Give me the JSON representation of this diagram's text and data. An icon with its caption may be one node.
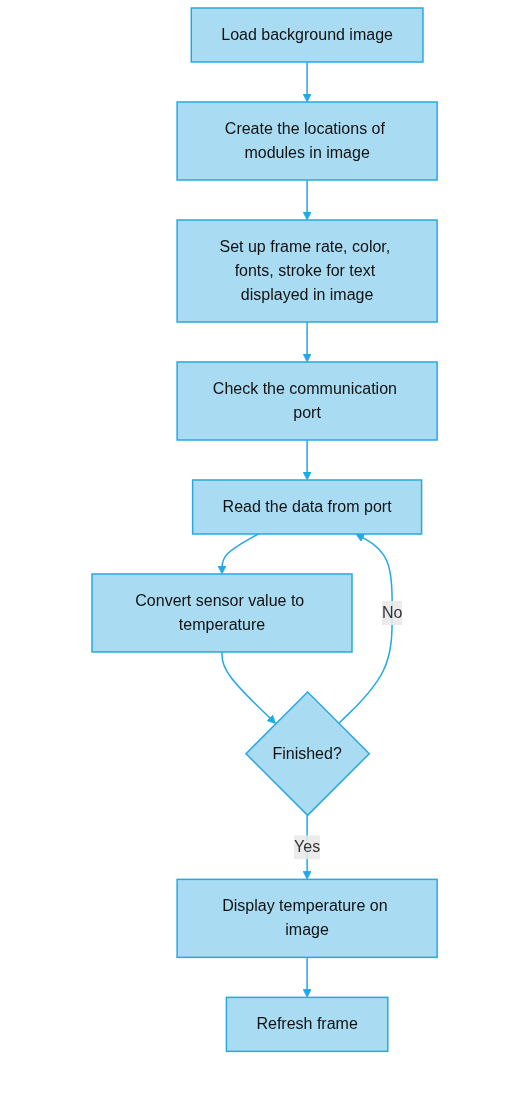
{
  "diagram": {
    "nodes": [
      {
        "text": [
          "Load background image"
        ]
      },
      {
        "text": [
          "Create the locations of modules in image"
        ]
      },
      {
        "text": [
          "Set up frame rate, color, fonts, stroke for text displayed in image"
        ]
      },
      {
        "text": [
          "Check the communication port"
        ]
      },
      {
        "text": [
          "Read the data from port"
        ]
      },
      {
        "text": [
          "Convert sensor value to temperature"
        ]
      },
      {
        "text": [
          "Finished?"
        ]
      },
      {
        "text": [
          "Display temperature on image"
        ]
      },
      {
        "text": [
          "Refresh frame"
        ]
      }
    ],
    "edges": [
      {
        "from": 0,
        "to": 1,
        "arrow": "to"
      },
      {
        "from": 1,
        "to": 2,
        "arrow": "to"
      },
      {
        "from": 2,
        "to": 3,
        "arrow": "to"
      },
      {
        "from": 3,
        "to": 4,
        "arrow": "to"
      },
      {
        "from": 4,
        "to": 5,
        "arrow": "to"
      },
      {
        "from": 5,
        "to": 6,
        "arrow": "to"
      },
      {
        "from": 6,
        "to": 4,
        "arrow": "to",
        "label": "No"
      },
      {
        "from": 6,
        "to": 7,
        "arrow": "to",
        "label": "Yes"
      },
      {
        "from": 7,
        "to": 8,
        "arrow": "to"
      }
    ]
  }
}
